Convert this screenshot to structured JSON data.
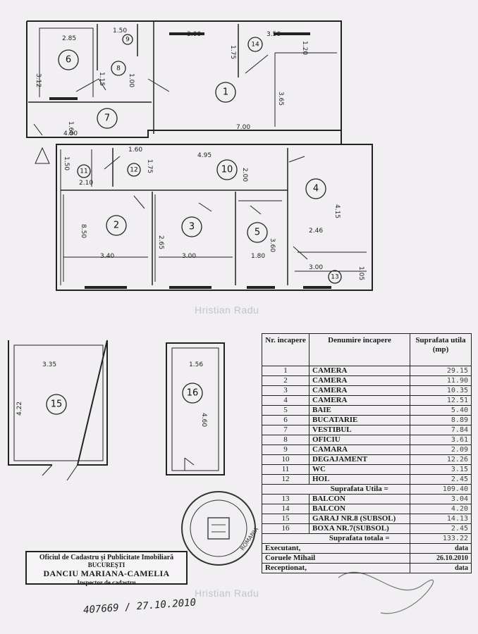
{
  "plan": {
    "dimensions": [
      "2.85",
      "1.50",
      "3.00",
      "3.50",
      "3.12",
      "1.75",
      "1.20",
      "1.00",
      "3.65",
      "1.60",
      "4.90",
      "7.00",
      "1.60",
      "4.95",
      "1.50",
      "2.10",
      "1.75",
      "2.00",
      "8.50",
      "3.40",
      "2.65",
      "3.00",
      "3.60",
      "1.80",
      "2.46",
      "4.15",
      "3.00",
      "1.15",
      "1.05"
    ],
    "room_labels": [
      "1",
      "2",
      "3",
      "4",
      "5",
      "6",
      "7",
      "8",
      "9",
      "10",
      "11",
      "12",
      "13",
      "14"
    ],
    "annex_dims": [
      "3.35",
      "4.22",
      "1.56",
      "4.60"
    ],
    "annex_labels": [
      "15",
      "16"
    ]
  },
  "watermark": "Hristian Radu",
  "table": {
    "headers": {
      "nr": "Nr. incapere",
      "name": "Denumire incapere",
      "area": "Suprafata utila (mp)"
    },
    "rows": [
      {
        "nr": "1",
        "name": "CAMERA",
        "area": "29.15"
      },
      {
        "nr": "2",
        "name": "CAMERA",
        "area": "11.90"
      },
      {
        "nr": "3",
        "name": "CAMERA",
        "area": "10.35"
      },
      {
        "nr": "4",
        "name": "CAMERA",
        "area": "12.51"
      },
      {
        "nr": "5",
        "name": "BAIE",
        "area": "5.40"
      },
      {
        "nr": "6",
        "name": "BUCATARIE",
        "area": "8.89"
      },
      {
        "nr": "7",
        "name": "VESTIBUL",
        "area": "7.84"
      },
      {
        "nr": "8",
        "name": "OFICIU",
        "area": "3.61"
      },
      {
        "nr": "9",
        "name": "CAMARA",
        "area": "2.09"
      },
      {
        "nr": "10",
        "name": "DEGAJAMENT",
        "area": "12.26"
      },
      {
        "nr": "11",
        "name": "WC",
        "area": "3.15"
      },
      {
        "nr": "12",
        "name": "HOL",
        "area": "2.45"
      }
    ],
    "subtotal_label": "Suprafata Utila =",
    "subtotal_value": "109.40",
    "rows2": [
      {
        "nr": "13",
        "name": "BALCON",
        "area": "3.04"
      },
      {
        "nr": "14",
        "name": "BALCON",
        "area": "4.20"
      },
      {
        "nr": "15",
        "name": "GARAJ nr.8 (subsol)",
        "area": "14.13"
      },
      {
        "nr": "16",
        "name": "BOXA nr.7(subsol)",
        "area": "2.45"
      }
    ],
    "total_label": "Suprafata totala =",
    "total_value": "133.22",
    "footer": [
      {
        "label": "Executant,",
        "right": "data"
      },
      {
        "label": "Coruele Mihail",
        "right": "26.10.2010"
      },
      {
        "label": "Receptionat,",
        "right": "data"
      }
    ]
  },
  "stamp": {
    "line1": "Oficiul de Cadastru şi Publicitate Imobiliară",
    "line2": "BUCUREŞTI",
    "line3": "DANCIU MARIANA-CAMELIA",
    "line4": "Inspector de cadastru"
  },
  "handwriting": "407669 / 27.10.2010",
  "seal_text": "ROMANIA"
}
